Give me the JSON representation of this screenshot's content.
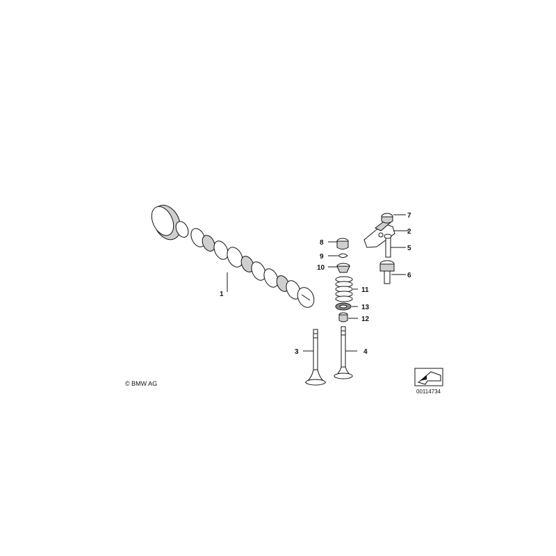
{
  "copyright": "© BMW AG",
  "diagram_number": "00114734",
  "callouts": {
    "p1": "1",
    "p2": "2",
    "p3": "3",
    "p4": "4",
    "p5": "5",
    "p6": "6",
    "p7": "7",
    "p8": "8",
    "p9": "9",
    "p10": "10",
    "p11": "11",
    "p12": "12",
    "p13": "13"
  }
}
